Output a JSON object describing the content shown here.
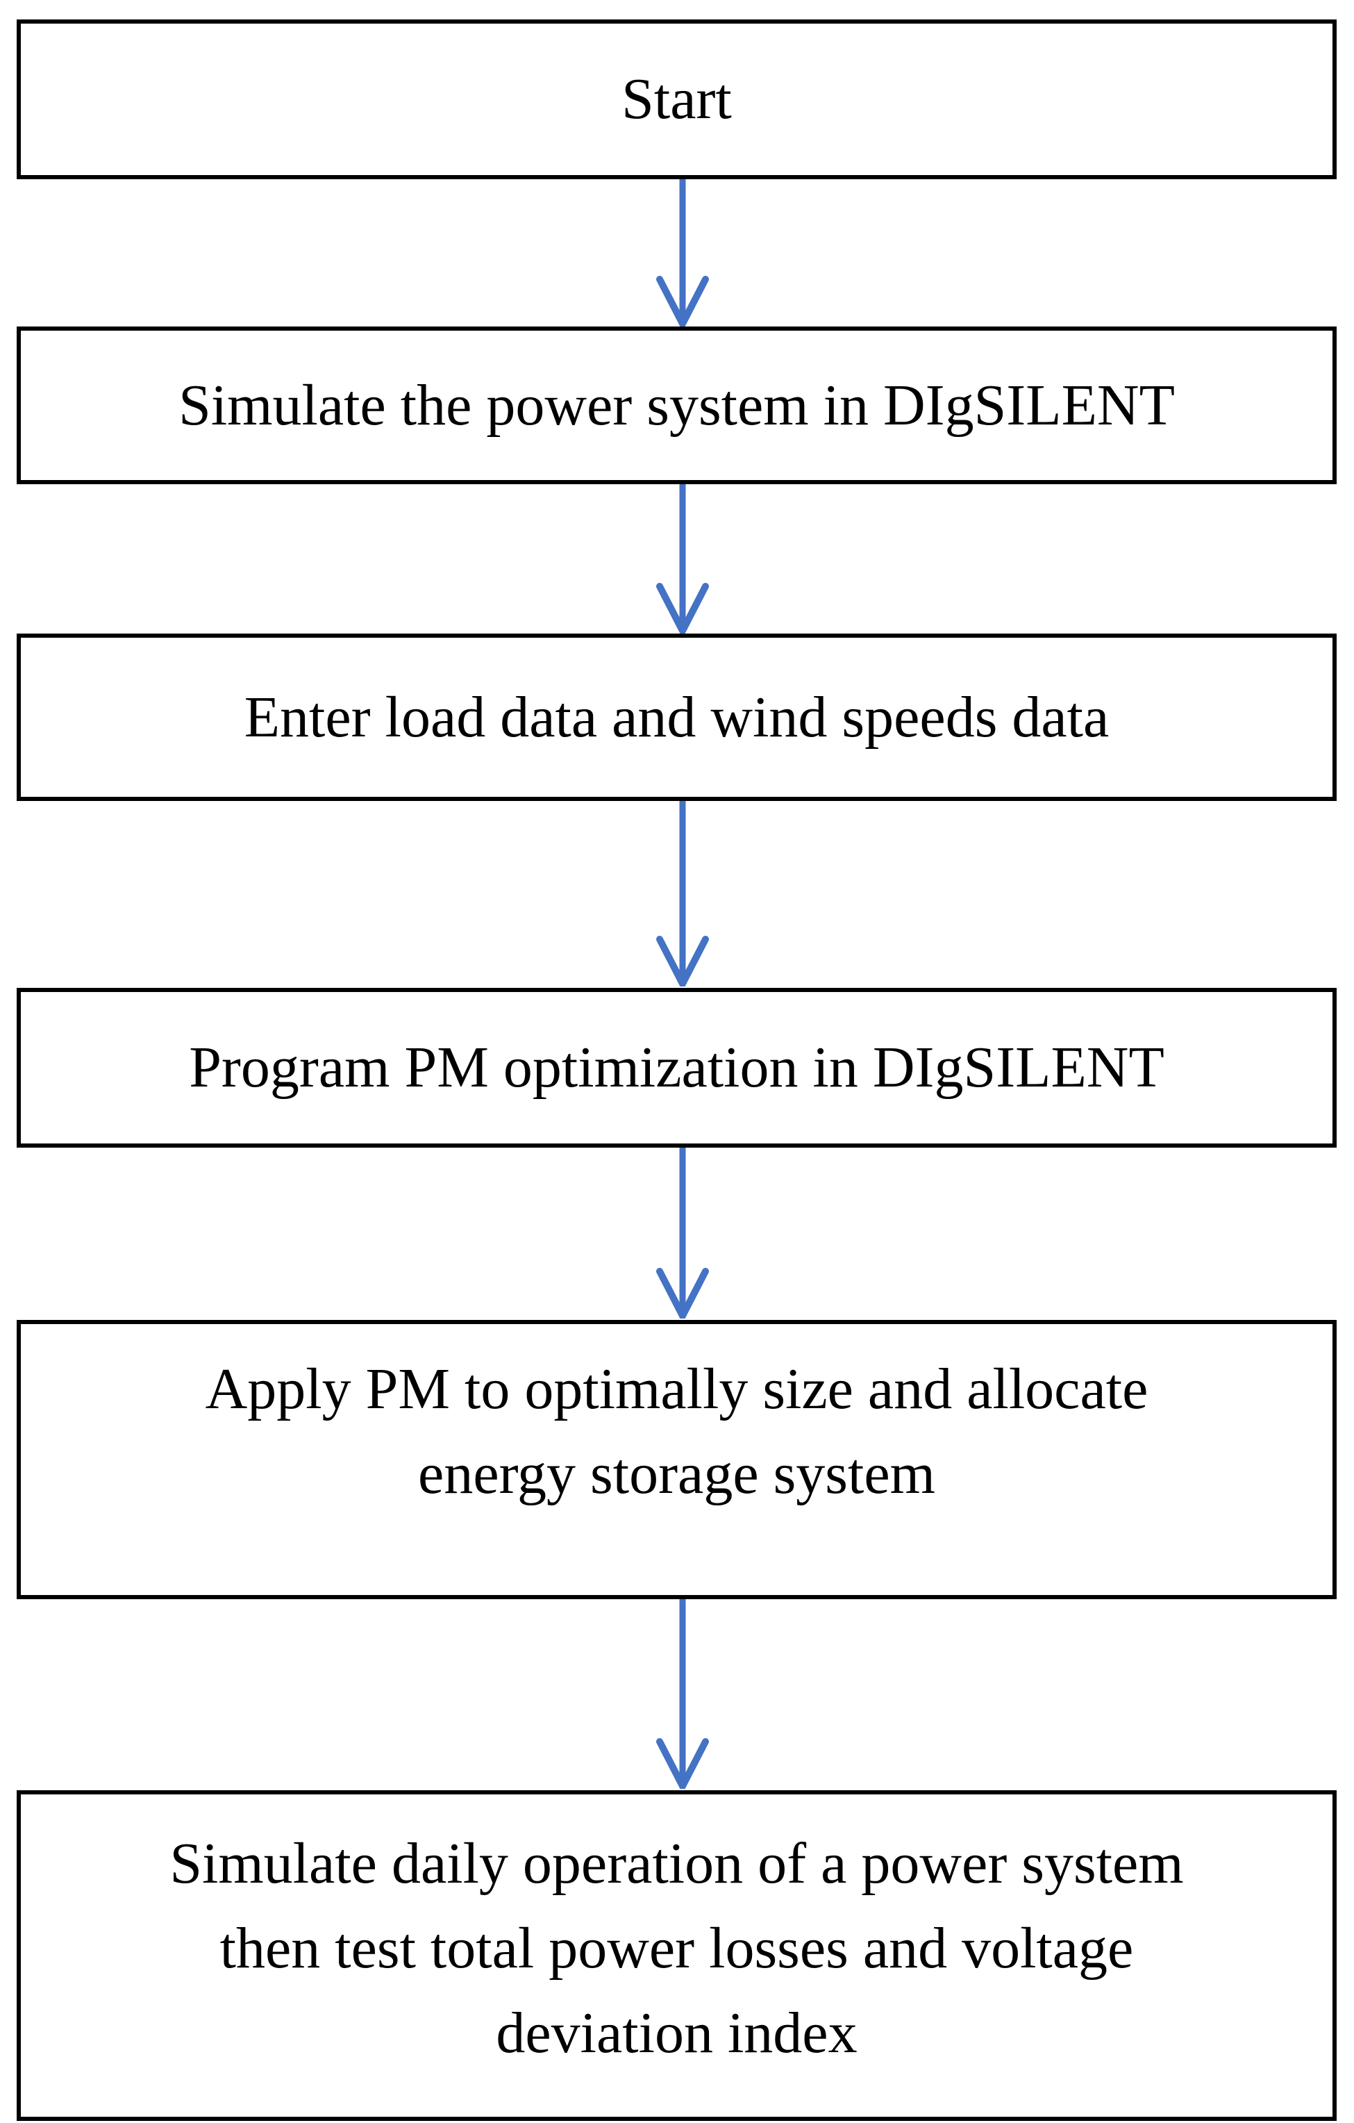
{
  "diagram": {
    "type": "flowchart",
    "direction": "top-down",
    "accent_color": "#4472C4",
    "border_color": "#000000",
    "background_color": "#FFFFFF",
    "steps": [
      {
        "id": "start",
        "label": "Start"
      },
      {
        "id": "simulate-power-system",
        "label": "Simulate the power system in DIgSILENT"
      },
      {
        "id": "enter-load-wind-data",
        "label": "Enter load data and wind speeds data"
      },
      {
        "id": "program-pm-optimization",
        "label": "Program PM optimization in DIgSILENT"
      },
      {
        "id": "apply-pm-size-allocate",
        "label": "Apply PM to optimally size and allocate\nenergy storage system"
      },
      {
        "id": "simulate-daily-operation",
        "label": "Simulate daily operation of a power system\nthen test total power losses and voltage\ndeviation index"
      }
    ],
    "connectors": [
      {
        "from": "start",
        "to": "simulate-power-system",
        "style": "open-arrow-down"
      },
      {
        "from": "simulate-power-system",
        "to": "enter-load-wind-data",
        "style": "open-arrow-down"
      },
      {
        "from": "enter-load-wind-data",
        "to": "program-pm-optimization",
        "style": "open-arrow-down"
      },
      {
        "from": "program-pm-optimization",
        "to": "apply-pm-size-allocate",
        "style": "open-arrow-down"
      },
      {
        "from": "apply-pm-size-allocate",
        "to": "simulate-daily-operation",
        "style": "open-arrow-down"
      }
    ]
  }
}
